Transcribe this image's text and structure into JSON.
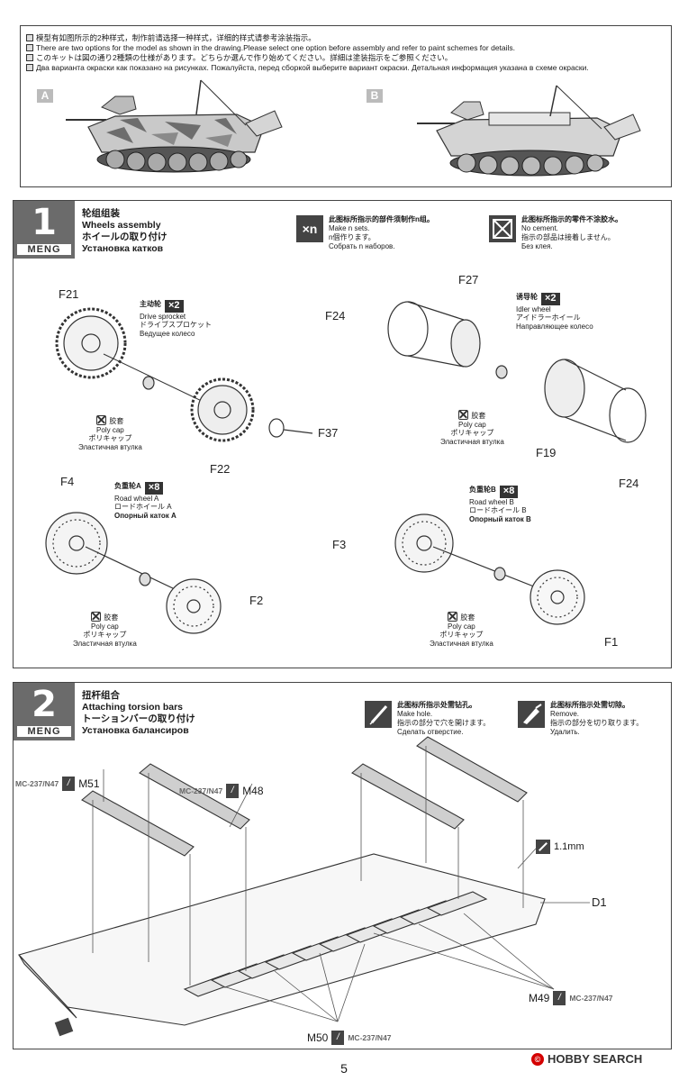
{
  "options": {
    "lines": [
      "模型有如图所示的2种样式，制作前请选择一种样式，详细的样式请参考涂装指示。",
      "There are two options for the model as shown in the drawing.Please select one option before assembly and refer to paint schemes for details.",
      "このキットは図の通り2種類の仕様があります。どちらか選んで作り始めてください。詳細は塗装指示をご参照ください。",
      "Два варианта окраски как показано на рисунках. Пожалуйста, перед сборкой выберите вариант окраски. Детальная информация указана в схеме окраски."
    ],
    "option_a": "A",
    "option_b": "B"
  },
  "step1": {
    "number": "1",
    "brand": "MENG",
    "title": [
      "轮组组装",
      "Wheels assembly",
      "ホイールの取り付け",
      "Установка катков"
    ],
    "legend_n": {
      "icon": "×n",
      "lines": [
        "此图标所指示的部件须制作n组。",
        "Make n sets.",
        "n個作ります。",
        "Собрать n наборов."
      ]
    },
    "legend_nocement": {
      "lines": [
        "此图标所指示的零件不涂胶水。",
        "No cement.",
        "指示の部品は接着しません。",
        "Без клея."
      ]
    },
    "sprocket": {
      "lines": [
        "主动轮",
        "Drive sprocket",
        "ドライブスプロケット",
        "Ведущее колесо"
      ],
      "mult": "×2"
    },
    "idler": {
      "lines": [
        "诱导轮",
        "Idler wheel",
        "アイドラーホイール",
        "Направляющее колесо"
      ],
      "mult": "×2"
    },
    "road_a": {
      "lines": [
        "负重轮A",
        "Road wheel A",
        "ロードホイール A",
        "Опорный каток A"
      ],
      "mult": "×8"
    },
    "road_b": {
      "lines": [
        "负重轮B",
        "Road wheel B",
        "ロードホイール B",
        "Опорный каток B"
      ],
      "mult": "×8"
    },
    "polycap": [
      "胶套",
      "Poly cap",
      "ポリキャップ",
      "Эластичная втулка"
    ],
    "parts": {
      "f21": "F21",
      "f22": "F22",
      "f37": "F37",
      "f24a": "F24",
      "f27": "F27",
      "f19": "F19",
      "f24b": "F24",
      "f4": "F4",
      "f2": "F2",
      "f3": "F3",
      "f1": "F1"
    }
  },
  "step2": {
    "number": "2",
    "brand": "MENG",
    "title": [
      "扭杆组合",
      "Attaching torsion bars",
      "トーションバーの取り付け",
      "Установка балансиров"
    ],
    "legend_drill": {
      "lines": [
        "此图标所指示处需钻孔。",
        "Make hole.",
        "指示の部分で穴を開けます。",
        "Сделать отверстие."
      ]
    },
    "legend_remove": {
      "lines": [
        "此图标所指示处需切除。",
        "Remove.",
        "指示の部分を切り取ります。",
        "Удалить."
      ]
    },
    "glue_code": "MC-237/N47",
    "parts": {
      "m51": "M51",
      "m48": "M48",
      "m49": "M49",
      "m50": "M50",
      "d1": "D1"
    },
    "drill_size": "1.1mm"
  },
  "footer": {
    "page": "5",
    "watermark": "HOBBY SEARCH"
  }
}
